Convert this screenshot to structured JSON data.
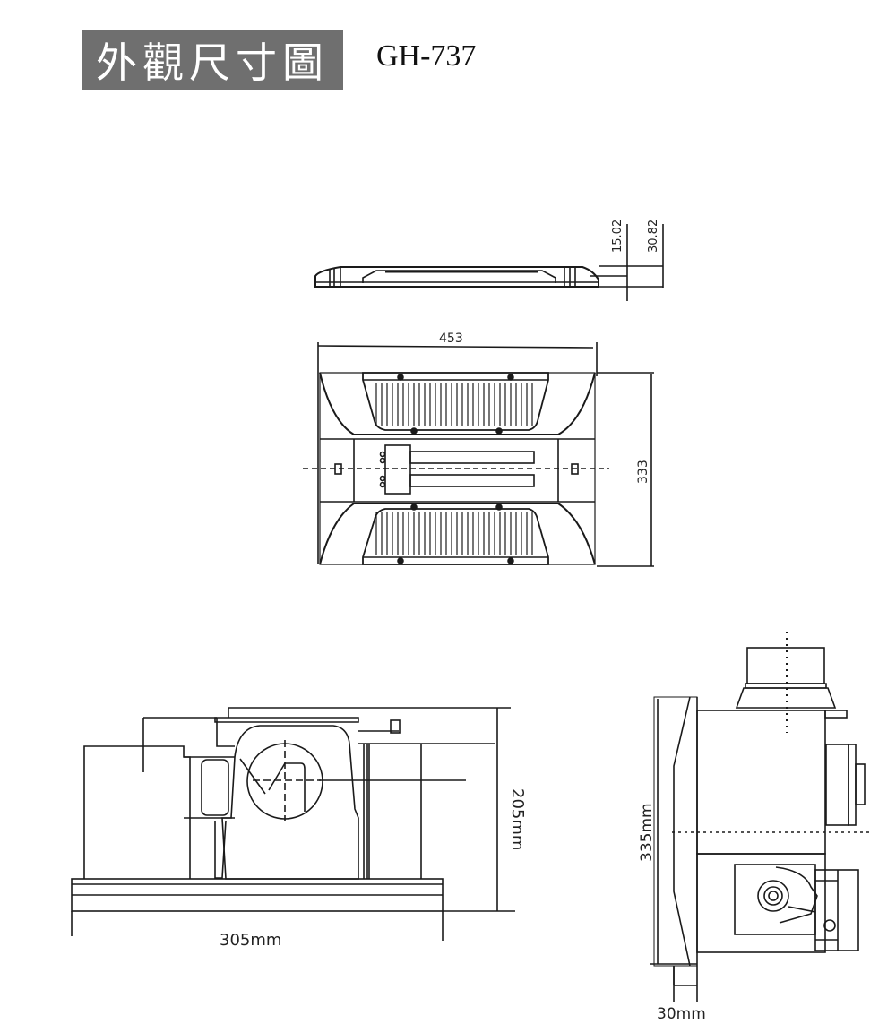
{
  "header": {
    "title": "外觀尺寸圖",
    "model": "GH-737"
  },
  "views": {
    "side_profile": {
      "dims": {
        "height_a": "15.02",
        "height_b": "30.82"
      }
    },
    "top_view": {
      "dims": {
        "width": "453",
        "height": "333"
      }
    },
    "front_view": {
      "dims": {
        "width": "305mm",
        "height": "205mm"
      }
    },
    "side_view": {
      "dims": {
        "height": "335mm",
        "depth": "30mm"
      }
    }
  },
  "colors": {
    "title_bg": "#6f6f6f",
    "line": "#1a1a1a"
  }
}
